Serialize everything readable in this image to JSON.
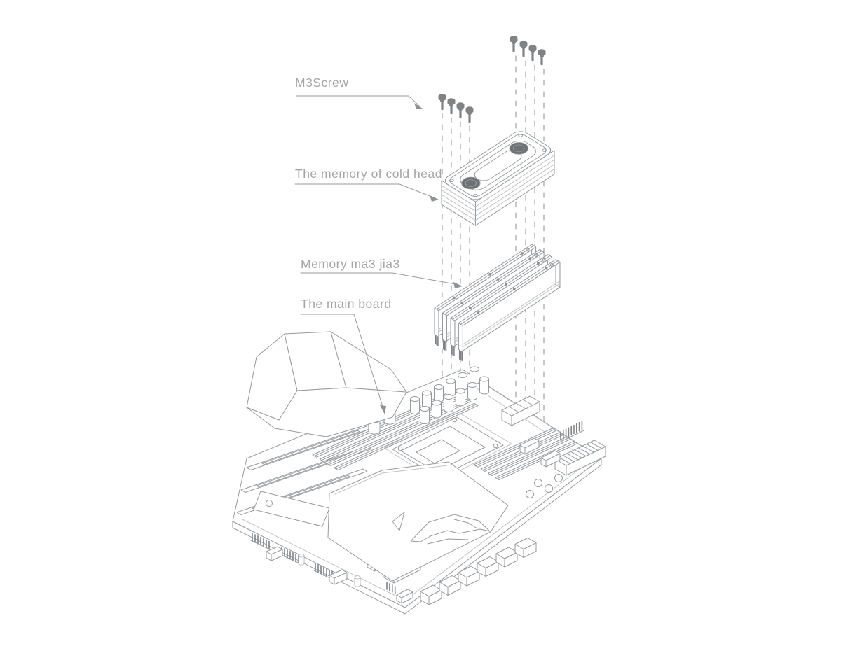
{
  "diagram": {
    "kind": "exploded-assembly-line-drawing",
    "background": "#ffffff",
    "stroke_color": "#969a9d",
    "screw_fill": "#7f8386",
    "label_color": "#a5a5a5"
  },
  "labels": {
    "m3_screw": "M3Screw",
    "cold_head": "The memory of cold head",
    "memory": "Memory ma3 jia3",
    "main_board": "The main board"
  },
  "parts": {
    "screws": {
      "count": 8
    },
    "cold_head": {
      "ports": 2
    },
    "memory_modules": {
      "count": 4
    },
    "main_board": {
      "count": 1
    }
  }
}
